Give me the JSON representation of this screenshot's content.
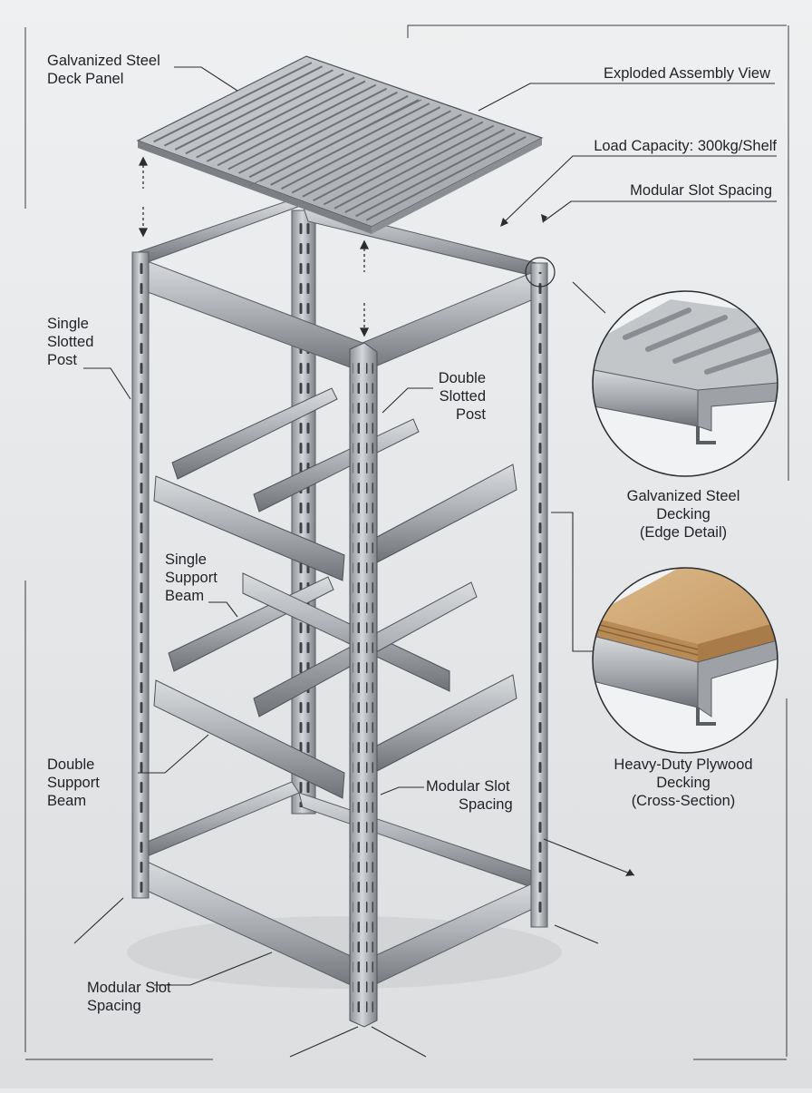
{
  "labels": {
    "deck_panel": [
      "Galvanized Steel",
      "Deck Panel"
    ],
    "exploded_view": "Exploded Assembly View",
    "load_capacity": "Load Capacity: 300kg/Shelf",
    "slot_spacing_top": "Modular Slot Spacing",
    "single_post": [
      "Single",
      "Slotted",
      "Post"
    ],
    "double_post": [
      "Double",
      "Slotted",
      "Post"
    ],
    "single_beam": [
      "Single",
      "Support",
      "Beam"
    ],
    "double_beam": [
      "Double",
      "Support",
      "Beam"
    ],
    "slot_spacing_mid": [
      "Modular Slot",
      "Spacing"
    ],
    "slot_spacing_bottom": [
      "Modular Slot",
      "Spacing"
    ],
    "steel_detail": [
      "Galvanized Steel",
      "Decking",
      "(Edge Detail)"
    ],
    "plywood_detail": [
      "Heavy-Duty Plywood",
      "Decking",
      "(Cross-Section)"
    ]
  },
  "colors": {
    "background": "#e9eaec",
    "steel_light": "#c7cacd",
    "steel_mid": "#9a9ea3",
    "steel_dark": "#55595e",
    "plywood": "#d1ab79",
    "line": "#2a2d31"
  }
}
